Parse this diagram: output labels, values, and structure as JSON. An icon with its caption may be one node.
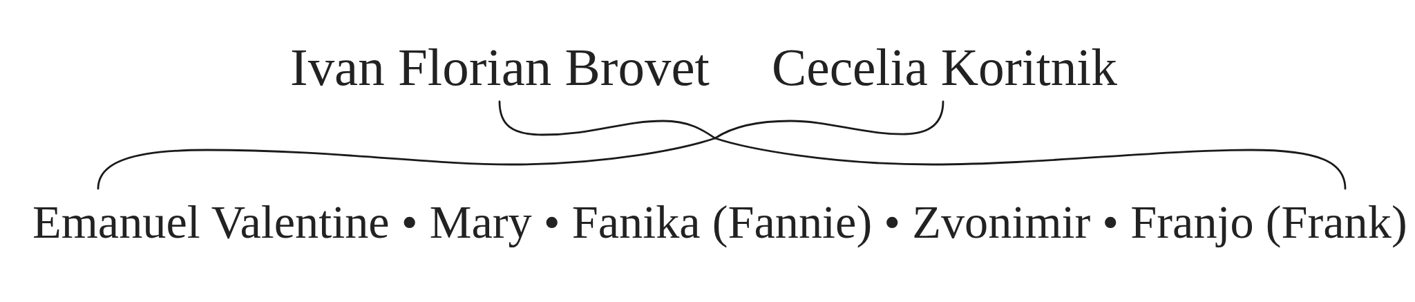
{
  "diagram": {
    "labels": [
      "Ivan Florian Brovet",
      "Cecelia Koritnik",
      "Emanuel Valentine • Mary • Fanika (Fannie) • Zvonimir • Franjo (Frank)"
    ]
  }
}
